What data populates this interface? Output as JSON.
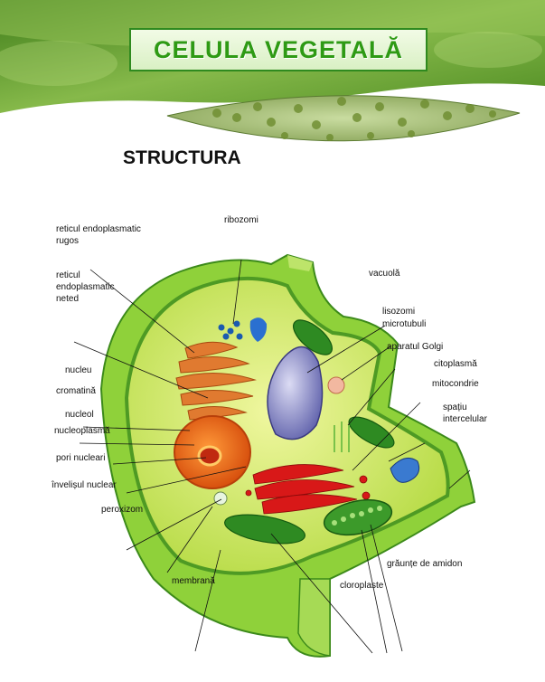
{
  "header": {
    "title": "CELULA VEGETALĂ"
  },
  "section": {
    "subtitle": "STRUCTURA"
  },
  "labels": {
    "reticul_rugos": "reticul endoplasmatic\nrugos",
    "reticul_neted": "reticul\nendoplasmatic\nneted",
    "ribozomi": "ribozomi",
    "vacuola": "vacuolă",
    "lisozomi": "lisozomi",
    "microtubuli": "microtubuli",
    "aparatul_golgi": "aparatul Golgi",
    "citoplasma": "citoplasmă",
    "mitocondrie": "mitocondrie",
    "spatiu_intercelular": "spațiu\nintercelular",
    "nucleu": "nucleu",
    "cromatina": "cromatină",
    "nucleol": "nucleol",
    "nucleoplasma": "nucleoplasmă",
    "pori_nucleari": "pori nucleari",
    "invelisul_nuclear": "învelișul nuclear",
    "peroxizom": "peroxizom",
    "membrana": "membrană",
    "cloroplaste": "cloroplaste",
    "graunte_amidon": "grăunțe de amidon"
  },
  "colors": {
    "banner_green": "#5a9a2a",
    "title_green": "#2e9a14",
    "cell_wall": "#8fd13a",
    "cytoplasm": "#d8ee6e",
    "vacuole": "#7a7cc0",
    "nucleus": "#e65a12",
    "golgi": "#d81818",
    "er": "#d9722a",
    "chloroplast": "#2f8a22"
  }
}
